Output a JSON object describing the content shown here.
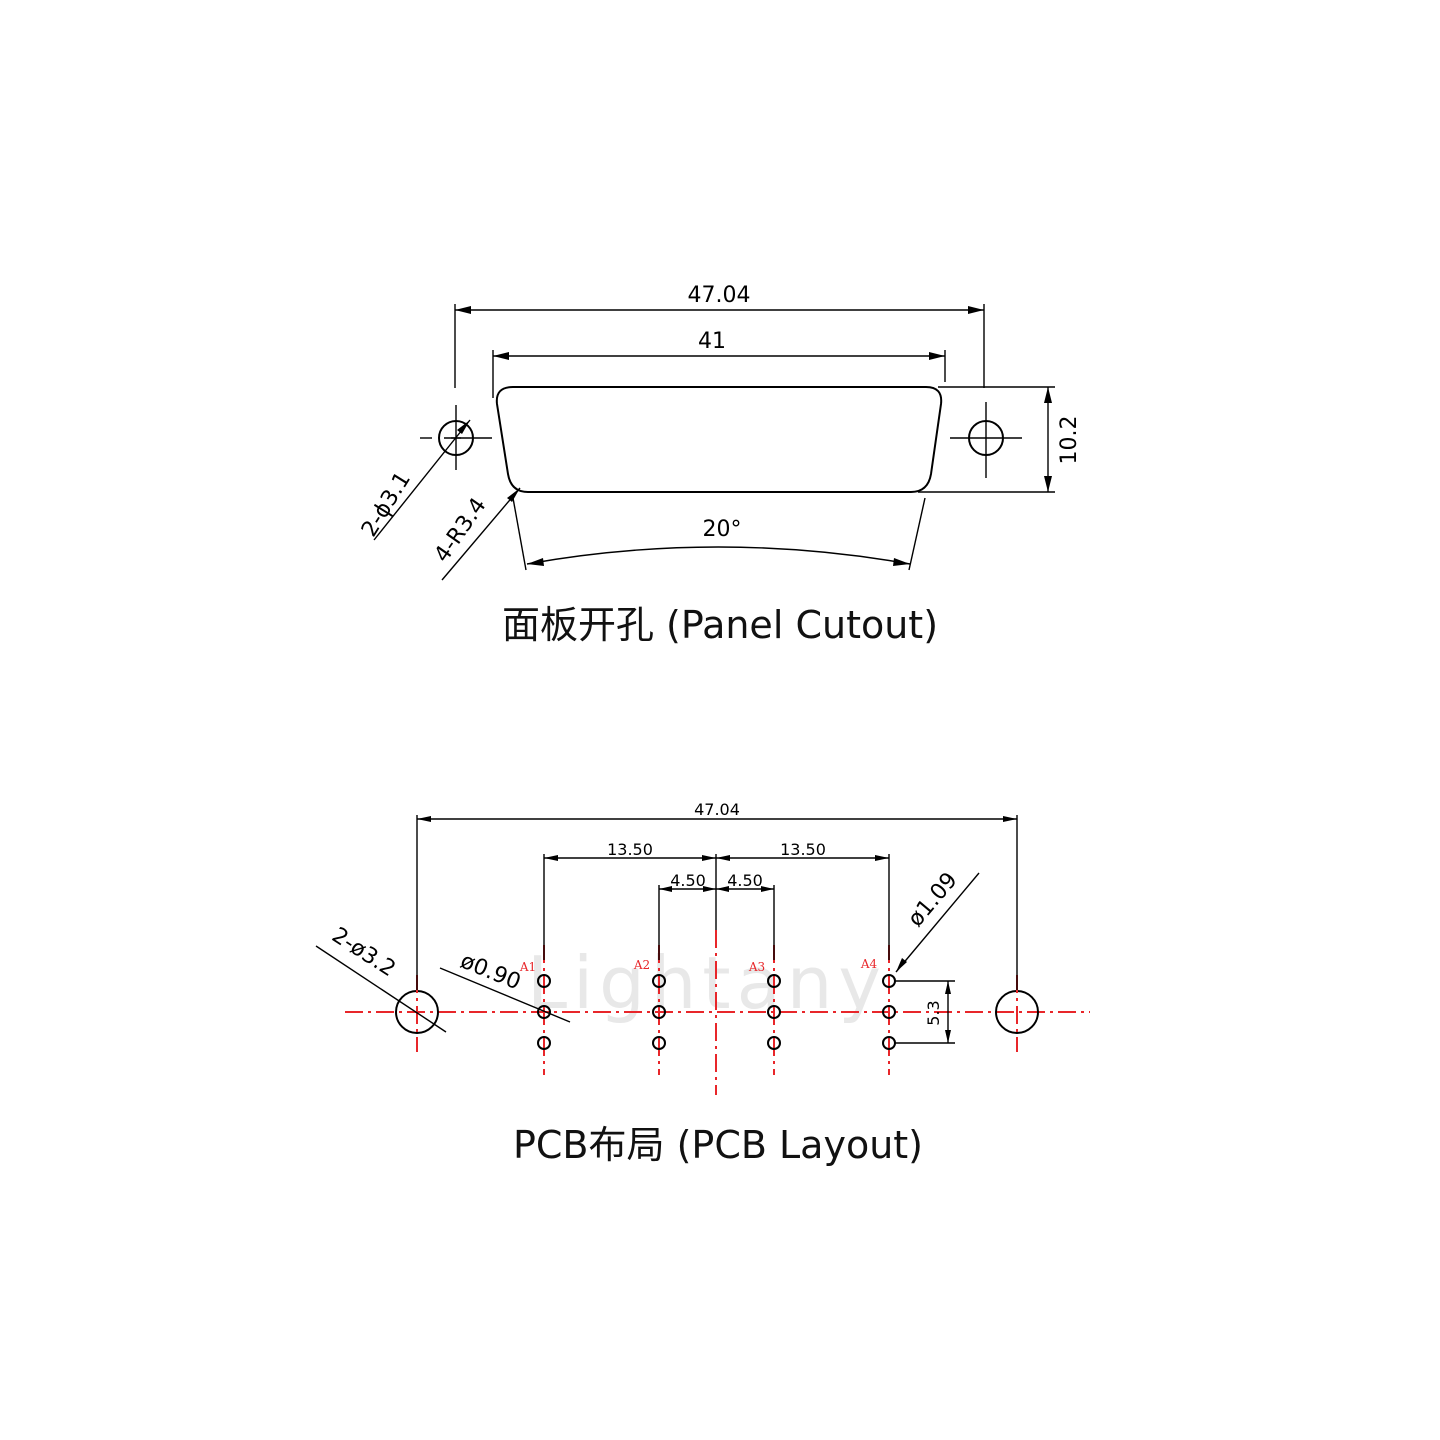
{
  "panel": {
    "title": "面板开孔 (Panel Cutout)",
    "dim_overall": "47.04",
    "dim_opening": "41",
    "dim_height": "10.2",
    "dim_angle": "20°",
    "dim_hole": "2-ϕ3.1",
    "dim_radius": "4-R3.4"
  },
  "pcb": {
    "title": "PCB布局 (PCB Layout)",
    "dim_overall": "47.04",
    "dim_left": "13.50",
    "dim_right": "13.50",
    "dim_inner_left": "4.50",
    "dim_inner_right": "4.50",
    "dim_mount_hole": "2-ø3.2",
    "dim_pin_small": "ø0.90",
    "dim_pin_large": "ø1.09",
    "dim_pitch": "5.3",
    "pins": [
      {
        "label": "A1"
      },
      {
        "label": "A2"
      },
      {
        "label": "A3"
      },
      {
        "label": "A4"
      }
    ],
    "watermark": "Lightany"
  },
  "colors": {
    "line": "#000000",
    "center_line": "#e8262a",
    "pin_label": "#e8262a"
  }
}
